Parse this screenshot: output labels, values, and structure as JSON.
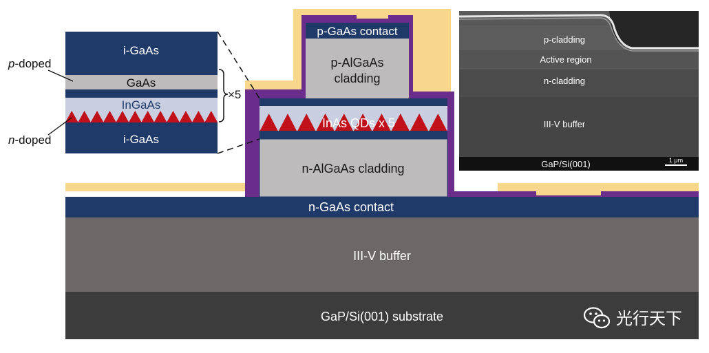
{
  "diagram": {
    "layers": {
      "substrate": "GaP/Si(001) substrate",
      "buffer": "III-V buffer",
      "n_contact": "n-GaAs contact",
      "n_cladding": "n-AlGaAs cladding",
      "active": "InAs QDs x 5",
      "p_cladding_line1": "p-AlGaAs",
      "p_cladding_line2": "cladding",
      "p_contact": "p-GaAs contact"
    },
    "inset": {
      "top_layer": "i-GaAs",
      "gaas_layer": "GaAs",
      "ingaas_layer": "InGaAs",
      "bottom_layer": "i-GaAs",
      "p_doped_prefix": "p",
      "p_doped_suffix": "-doped",
      "n_doped_prefix": "n",
      "n_doped_suffix": "-doped",
      "repeat": "×5"
    },
    "sem": {
      "p_cladding": "p-cladding",
      "active_region": "Active region",
      "n_cladding": "n-cladding",
      "buffer": "III-V buffer",
      "substrate": "GaP/Si(001)",
      "scale_bar": "1 μm"
    },
    "watermark": {
      "text": "光行天下",
      "icon": "wechat-icon"
    },
    "colors": {
      "navy": "#1f3a68",
      "gray_light": "#bdbbbb",
      "gray_mid": "#6d6868",
      "gray_dark": "#3c3c3c",
      "purple": "#6a2d8c",
      "gold": "#f6d78c",
      "qd_red": "#c0101a",
      "inset_ingaas": "#c9cfe1"
    }
  }
}
